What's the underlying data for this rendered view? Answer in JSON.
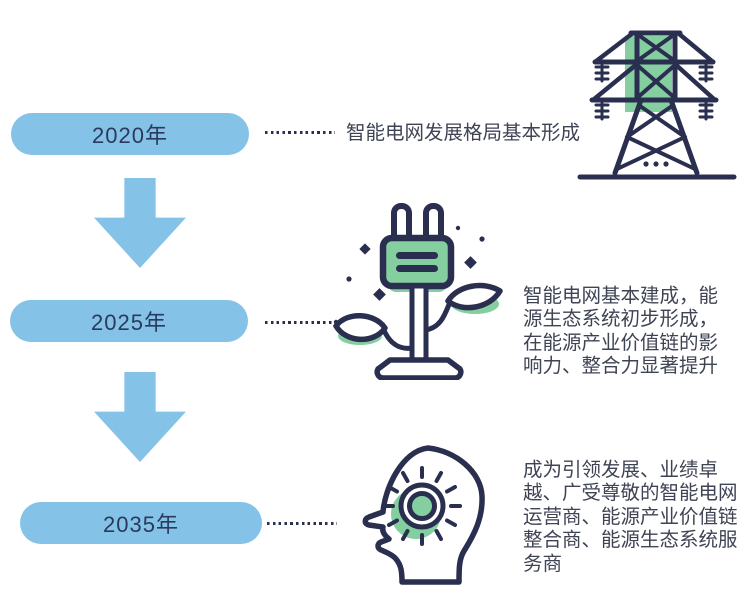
{
  "palette": {
    "pill_blue": "#85C2E8",
    "icon_navy": "#2A2F4F",
    "accent_green": "#85CEA0",
    "pill_text": "#2B3A5C",
    "body_text": "#3F4454",
    "background": "#FFFFFF"
  },
  "timeline": {
    "milestones": [
      {
        "year": "2020年",
        "icon": "transmission-tower-icon",
        "description": "智能电网发展格局基本形成",
        "lines": [
          "智能电网发展格局基本形成"
        ]
      },
      {
        "year": "2025年",
        "icon": "plug-plant-icon",
        "description": "智能电网基本建成，能源生态系统初步形成，在能源产业价值链的影响力、整合力显著提升",
        "lines": [
          "智能电网基本建成，能",
          "源生态系统初步形成，",
          "在能源产业价值链的影",
          "响力、整合力显著提升"
        ]
      },
      {
        "year": "2035年",
        "icon": "head-idea-icon",
        "description": "成为引领发展、业绩卓越、广受尊敬的智能电网运营商、能源产业价值链整合商、能源生态系统服务商",
        "lines": [
          "成为引领发展、业绩卓",
          "越、广受尊敬的智能电网",
          "运营商、能源产业价值链",
          "整合商、能源生态系统服",
          "务商"
        ]
      }
    ]
  }
}
